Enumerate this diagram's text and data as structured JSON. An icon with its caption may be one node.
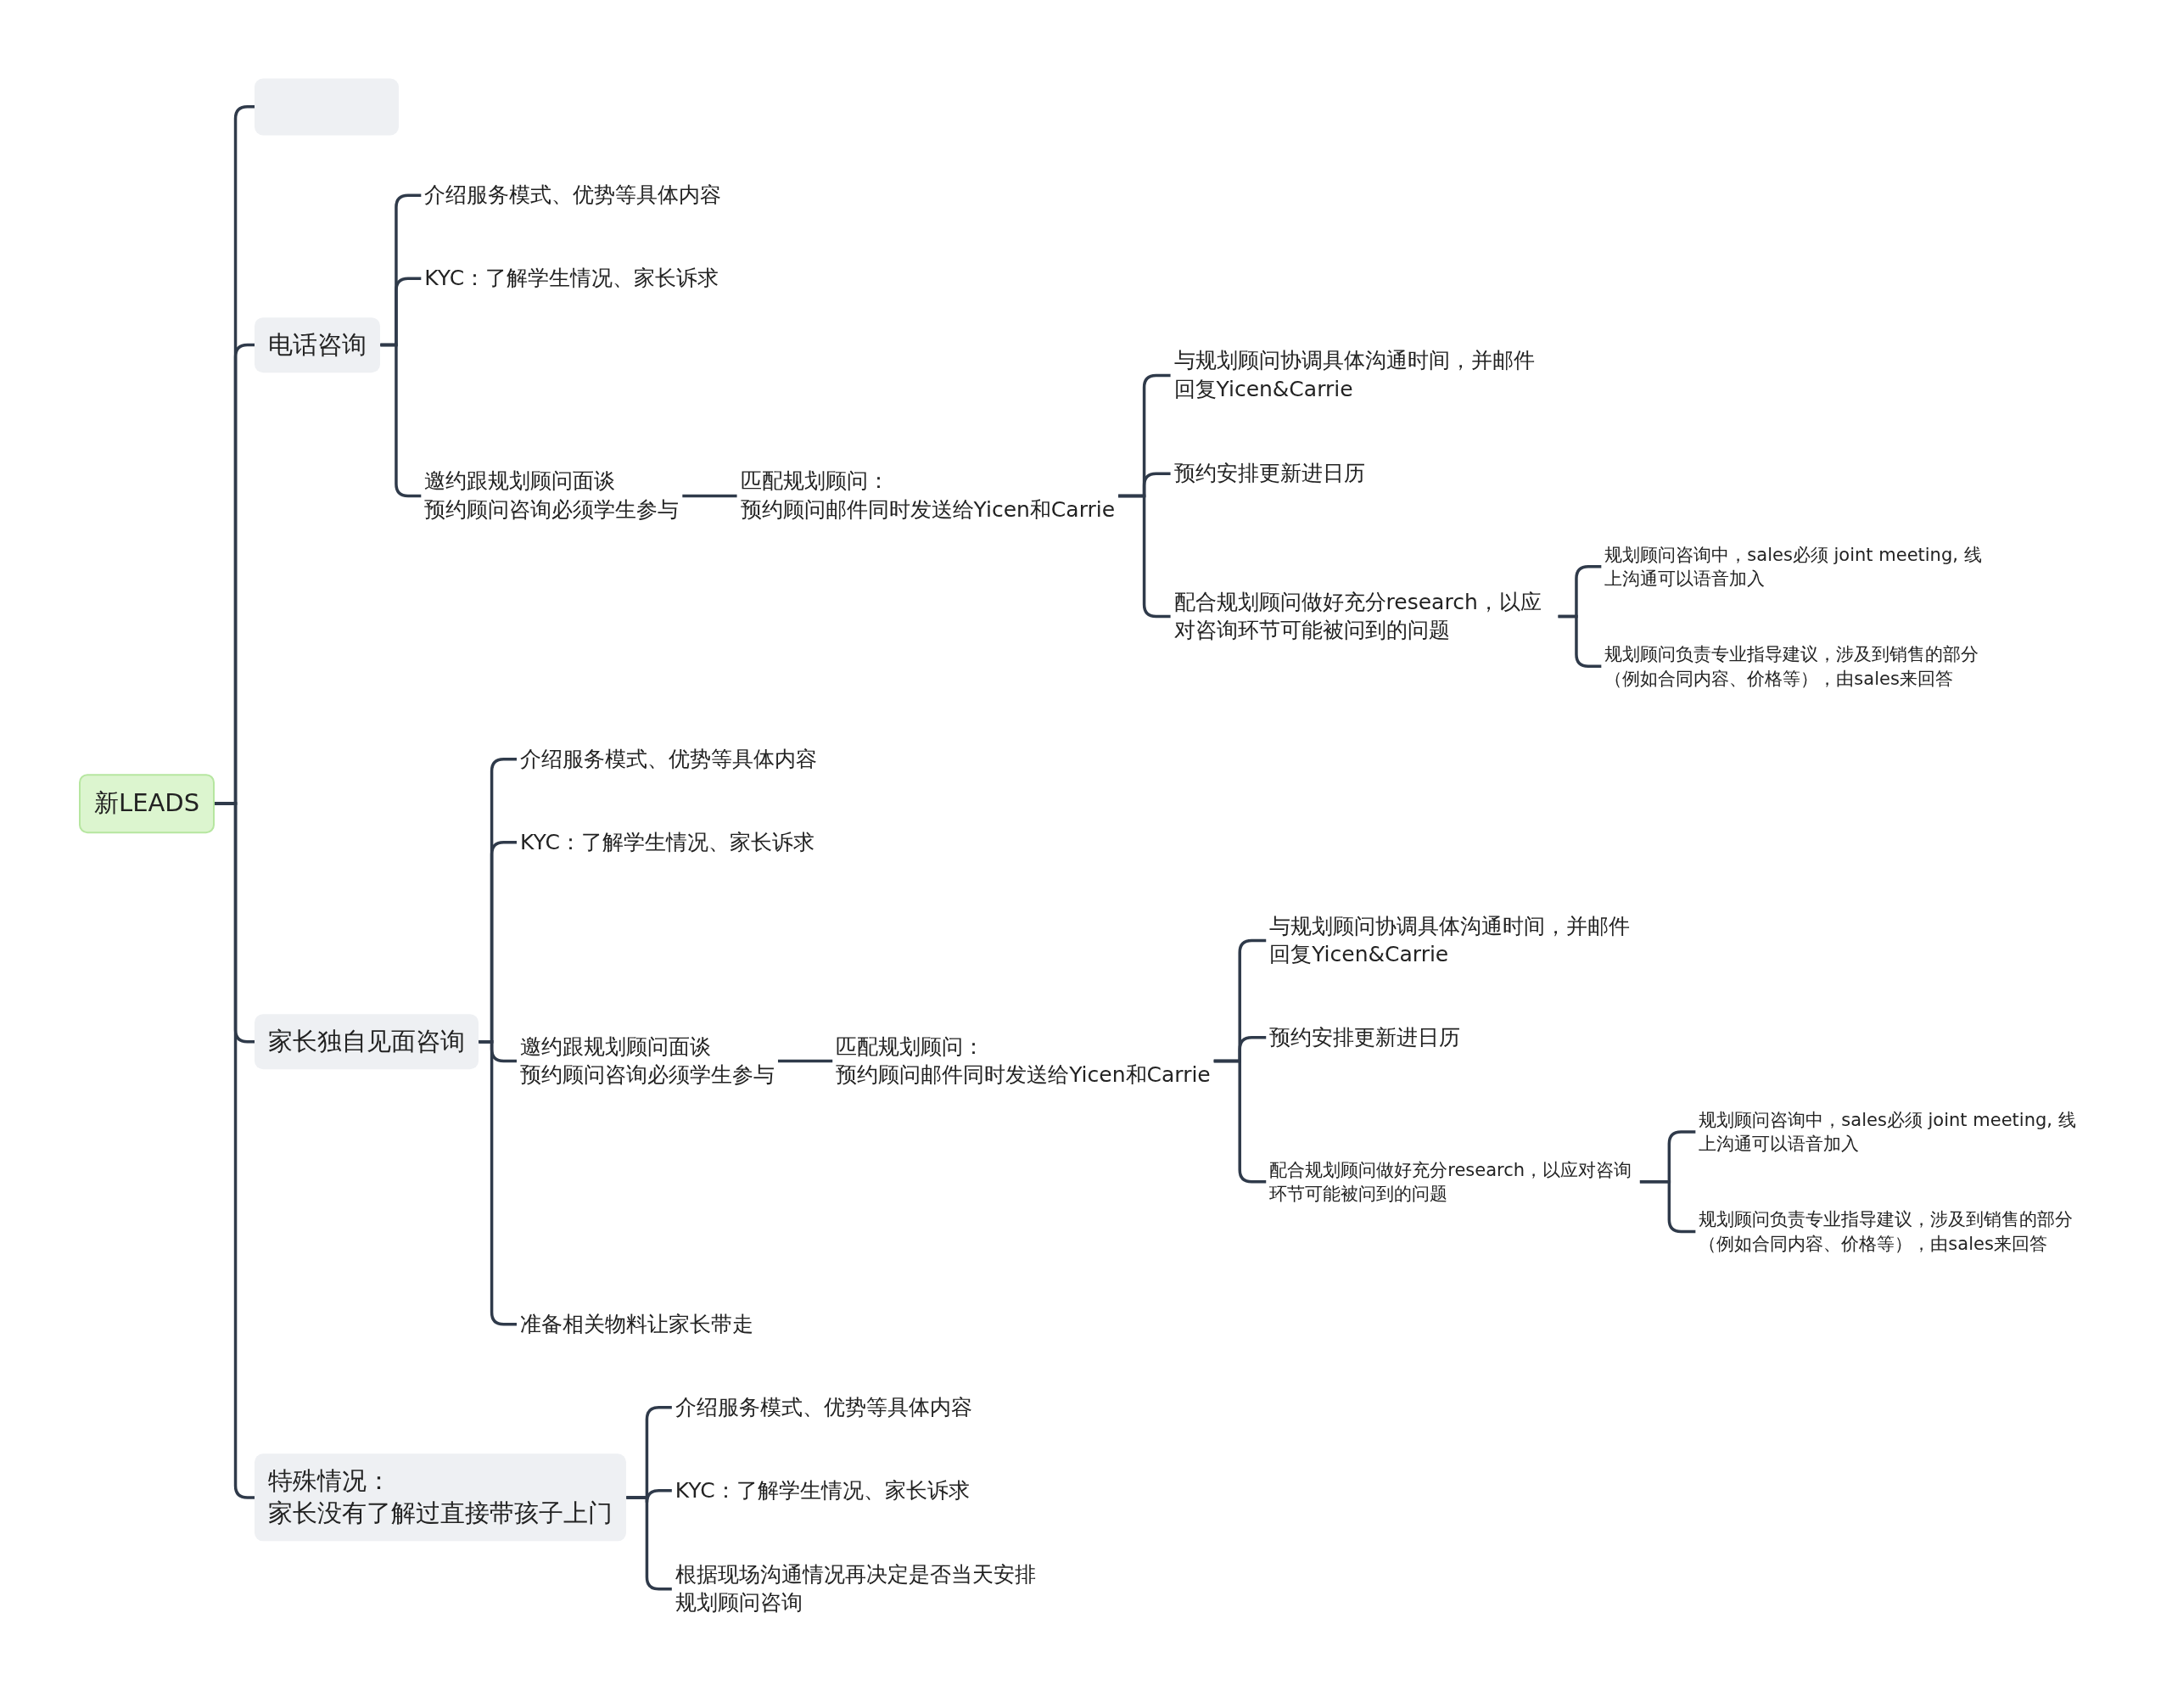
{
  "diagram": {
    "nodes": [
      {
        "text": [
          "新LEADS"
        ]
      },
      {
        "text": [],
        "shape": "box"
      },
      {
        "text": [
          "电话咨询"
        ]
      },
      {
        "text": [
          "介绍服务模式、优势等具体内容"
        ]
      },
      {
        "text": [
          "KYC：了解学生情况、家长诉求"
        ]
      },
      {
        "text": [
          "邀约跟规划顾问面谈",
          "预约顾问咨询必须学生参与"
        ]
      },
      {
        "text": [
          "匹配规划顾问：",
          "预约顾问邮件同时发送给Yicen和Carrie"
        ]
      },
      {
        "text": [
          "与规划顾问协调具体沟通时间，并邮件回复Yicen&Carrie"
        ]
      },
      {
        "text": [
          "预约安排更新进日历"
        ]
      },
      {
        "text": [
          "配合规划顾问做好充分research，以应对咨询环节可能被问到的问题"
        ]
      },
      {
        "text": [
          "规划顾问咨询中，sales必须 joint meeting, 线上沟通可以语音加入"
        ]
      },
      {
        "text": [
          "规划顾问负责专业指导建议，涉及到销售的部分（例如合同内容、价格等），由sales来回答"
        ]
      },
      {
        "text": [
          "家长独自见面咨询"
        ]
      },
      {
        "text": [
          "介绍服务模式、优势等具体内容"
        ]
      },
      {
        "text": [
          "KYC：了解学生情况、家长诉求"
        ]
      },
      {
        "text": [
          "邀约跟规划顾问面谈",
          "预约顾问咨询必须学生参与"
        ]
      },
      {
        "text": [
          "匹配规划顾问：",
          "预约顾问邮件同时发送给Yicen和Carrie"
        ]
      },
      {
        "text": [
          "与规划顾问协调具体沟通时间，并邮件回复Yicen&Carrie"
        ]
      },
      {
        "text": [
          "预约安排更新进日历"
        ]
      },
      {
        "text": [
          "配合规划顾问做好充分research，以应对咨询环节可能被问到的问题"
        ]
      },
      {
        "text": [
          "规划顾问咨询中，sales必须 joint meeting, 线上沟通可以语音加入"
        ]
      },
      {
        "text": [
          "规划顾问负责专业指导建议，涉及到销售的部分（例如合同内容、价格等），由sales来回答"
        ]
      },
      {
        "text": [
          "准备相关物料让家长带走"
        ]
      },
      {
        "text": [
          "特殊情况：",
          "家长没有了解过直接带孩子上门"
        ]
      },
      {
        "text": [
          "介绍服务模式、优势等具体内容"
        ]
      },
      {
        "text": [
          "KYC：了解学生情况、家长诉求"
        ]
      },
      {
        "text": [
          "根据现场沟通情况再决定是否当天安排规划顾问咨询"
        ]
      }
    ],
    "edges": [
      {
        "from": 0,
        "to": 1,
        "arrow": "none"
      },
      {
        "from": 0,
        "to": 2,
        "arrow": "none"
      },
      {
        "from": 0,
        "to": 12,
        "arrow": "none"
      },
      {
        "from": 0,
        "to": 23,
        "arrow": "none"
      },
      {
        "from": 2,
        "to": 3,
        "arrow": "none"
      },
      {
        "from": 2,
        "to": 4,
        "arrow": "none"
      },
      {
        "from": 2,
        "to": 5,
        "arrow": "none"
      },
      {
        "from": 5,
        "to": 6,
        "arrow": "none"
      },
      {
        "from": 6,
        "to": 7,
        "arrow": "none"
      },
      {
        "from": 6,
        "to": 8,
        "arrow": "none"
      },
      {
        "from": 6,
        "to": 9,
        "arrow": "none"
      },
      {
        "from": 9,
        "to": 10,
        "arrow": "none"
      },
      {
        "from": 9,
        "to": 11,
        "arrow": "none"
      },
      {
        "from": 12,
        "to": 13,
        "arrow": "none"
      },
      {
        "from": 12,
        "to": 14,
        "arrow": "none"
      },
      {
        "from": 12,
        "to": 15,
        "arrow": "none"
      },
      {
        "from": 12,
        "to": 22,
        "arrow": "none"
      },
      {
        "from": 15,
        "to": 16,
        "arrow": "none"
      },
      {
        "from": 16,
        "to": 17,
        "arrow": "none"
      },
      {
        "from": 16,
        "to": 18,
        "arrow": "none"
      },
      {
        "from": 16,
        "to": 19,
        "arrow": "none"
      },
      {
        "from": 19,
        "to": 20,
        "arrow": "none"
      },
      {
        "from": 19,
        "to": 21,
        "arrow": "none"
      },
      {
        "from": 23,
        "to": 24,
        "arrow": "none"
      },
      {
        "from": 23,
        "to": 25,
        "arrow": "none"
      },
      {
        "from": 23,
        "to": 26,
        "arrow": "none"
      }
    ]
  }
}
